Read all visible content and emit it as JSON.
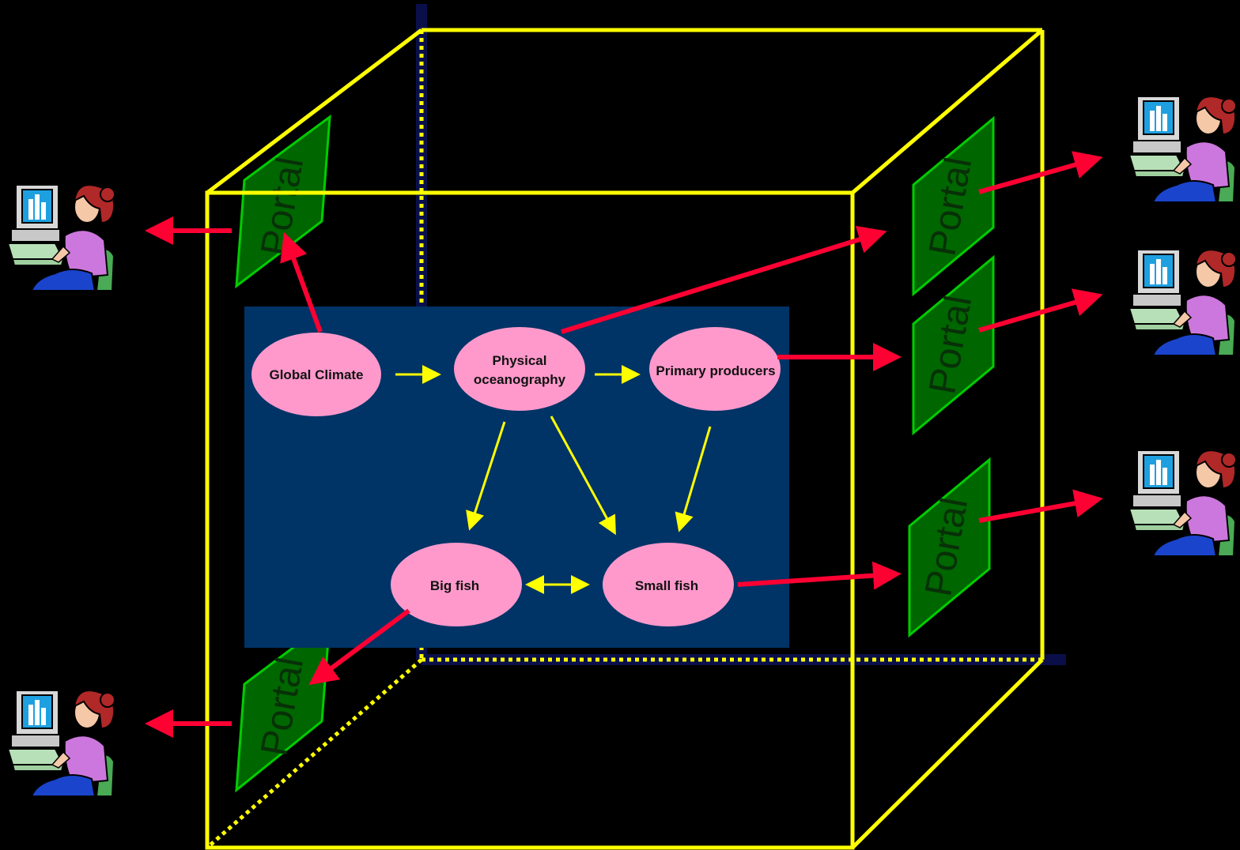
{
  "nodes": {
    "global_climate": "Global Climate",
    "physical_oceanography_line1": "Physical",
    "physical_oceanography_line2": "oceanography",
    "primary_producers": "Primary producers",
    "big_fish": "Big fish",
    "small_fish": "Small fish"
  },
  "portals": {
    "left_top": "Portal",
    "left_bottom": "Portal",
    "right_1": "Portal",
    "right_2": "Portal",
    "right_3": "Portal"
  },
  "users": [
    "user-left-top",
    "user-left-bottom",
    "user-right-1",
    "user-right-2",
    "user-right-3"
  ],
  "colors": {
    "background": "#000000",
    "cube_edge": "#ffff00",
    "hidden_edge_dark": "#0a0f4a",
    "panel": "#003366",
    "node_fill": "#ff99cc",
    "flow_arrow": "#ffff00",
    "output_arrow": "#ff0033",
    "portal_fill": "#006600",
    "portal_border": "#00cc00"
  }
}
